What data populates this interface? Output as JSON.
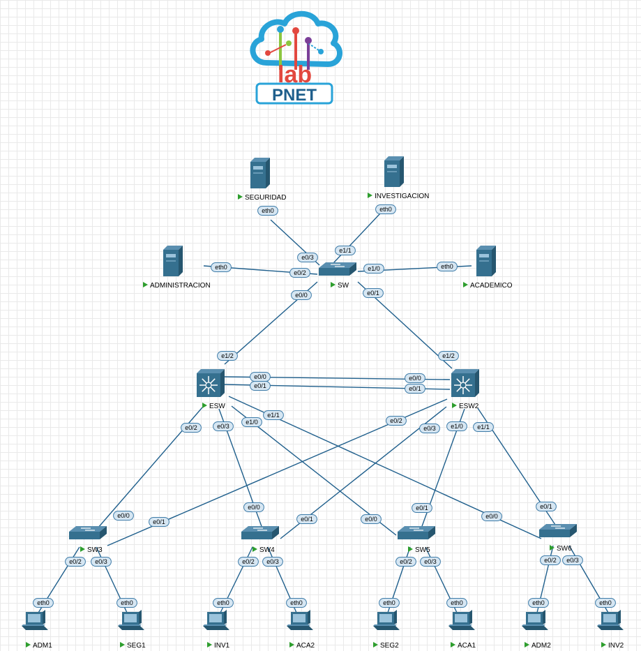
{
  "logo": {
    "brand": "PNET",
    "sub": "lab",
    "colors": {
      "cloud": "#29a3d8",
      "red": "#e2483f",
      "green": "#8cc63f",
      "purple": "#7b3f98",
      "navy": "#1f5f8c"
    }
  },
  "colors": {
    "link": "#1f5f8c",
    "device": "#35708f",
    "play": "#2e9e2e",
    "pill_fill": "#d6e6f2",
    "pill_stroke": "#3d7ba8"
  },
  "nodes": [
    {
      "id": "seguridad",
      "label": "SEGURIDAD",
      "type": "server"
    },
    {
      "id": "investigacion",
      "label": "INVESTIGACION",
      "type": "server"
    },
    {
      "id": "administracion",
      "label": "ADMINISTRACION",
      "type": "server"
    },
    {
      "id": "academico",
      "label": "ACADEMICO",
      "type": "server"
    },
    {
      "id": "sw",
      "label": "SW",
      "type": "switch"
    },
    {
      "id": "esw",
      "label": "ESW",
      "type": "l3switch"
    },
    {
      "id": "esw2",
      "label": "ESW2",
      "type": "l3switch"
    },
    {
      "id": "sw3",
      "label": "SW3",
      "type": "switch"
    },
    {
      "id": "sw4",
      "label": "SW4",
      "type": "switch"
    },
    {
      "id": "sw5",
      "label": "SW5",
      "type": "switch"
    },
    {
      "id": "sw6",
      "label": "SW6",
      "type": "switch"
    },
    {
      "id": "adm1",
      "label": "ADM1",
      "type": "pc"
    },
    {
      "id": "seg1",
      "label": "SEG1",
      "type": "pc"
    },
    {
      "id": "inv1",
      "label": "INV1",
      "type": "pc"
    },
    {
      "id": "aca2",
      "label": "ACA2",
      "type": "pc"
    },
    {
      "id": "seg2",
      "label": "SEG2",
      "type": "pc"
    },
    {
      "id": "aca1",
      "label": "ACA1",
      "type": "pc"
    },
    {
      "id": "adm2",
      "label": "ADM2",
      "type": "pc"
    },
    {
      "id": "inv2",
      "label": "INV2",
      "type": "pc"
    }
  ],
  "links": [
    {
      "a": "seguridad",
      "a_port": "eth0",
      "b": "sw",
      "b_port": "e0/3"
    },
    {
      "a": "investigacion",
      "a_port": "eth0",
      "b": "sw",
      "b_port": "e1/1"
    },
    {
      "a": "administracion",
      "a_port": "eth0",
      "b": "sw",
      "b_port": "e0/2"
    },
    {
      "a": "academico",
      "a_port": "eth0",
      "b": "sw",
      "b_port": "e1/0"
    },
    {
      "a": "sw",
      "a_port": "e0/0",
      "b": "esw",
      "b_port": "e1/2"
    },
    {
      "a": "sw",
      "a_port": "e0/1",
      "b": "esw2",
      "b_port": "e1/2"
    },
    {
      "a": "esw",
      "a_port": "e0/0",
      "b": "esw2",
      "b_port": "e0/0"
    },
    {
      "a": "esw",
      "a_port": "e0/1",
      "b": "esw2",
      "b_port": "e0/1"
    },
    {
      "a": "esw",
      "a_port": "e0/2",
      "b": "sw3",
      "b_port": "e0/0"
    },
    {
      "a": "esw",
      "a_port": "e0/3",
      "b": "sw4",
      "b_port": "e0/0"
    },
    {
      "a": "esw",
      "a_port": "e1/0",
      "b": "sw5",
      "b_port": "e0/0"
    },
    {
      "a": "esw",
      "a_port": "e1/1",
      "b": "sw6",
      "b_port": "e0/0"
    },
    {
      "a": "esw2",
      "a_port": "e0/2",
      "b": "sw3",
      "b_port": "e0/1"
    },
    {
      "a": "esw2",
      "a_port": "e0/3",
      "b": "sw4",
      "b_port": "e0/1"
    },
    {
      "a": "esw2",
      "a_port": "e1/0",
      "b": "sw5",
      "b_port": "e0/1"
    },
    {
      "a": "esw2",
      "a_port": "e1/1",
      "b": "sw6",
      "b_port": "e0/1"
    },
    {
      "a": "sw3",
      "a_port": "e0/2",
      "b": "adm1",
      "b_port": "eth0"
    },
    {
      "a": "sw3",
      "a_port": "e0/3",
      "b": "seg1",
      "b_port": "eth0"
    },
    {
      "a": "sw4",
      "a_port": "e0/2",
      "b": "inv1",
      "b_port": "eth0"
    },
    {
      "a": "sw4",
      "a_port": "e0/3",
      "b": "aca2",
      "b_port": "eth0"
    },
    {
      "a": "sw5",
      "a_port": "e0/2",
      "b": "seg2",
      "b_port": "eth0"
    },
    {
      "a": "sw5",
      "a_port": "e0/3",
      "b": "aca1",
      "b_port": "eth0"
    },
    {
      "a": "sw6",
      "a_port": "e0/2",
      "b": "adm2",
      "b_port": "eth0"
    },
    {
      "a": "sw6",
      "a_port": "e0/3",
      "b": "inv2",
      "b_port": "eth0"
    }
  ]
}
